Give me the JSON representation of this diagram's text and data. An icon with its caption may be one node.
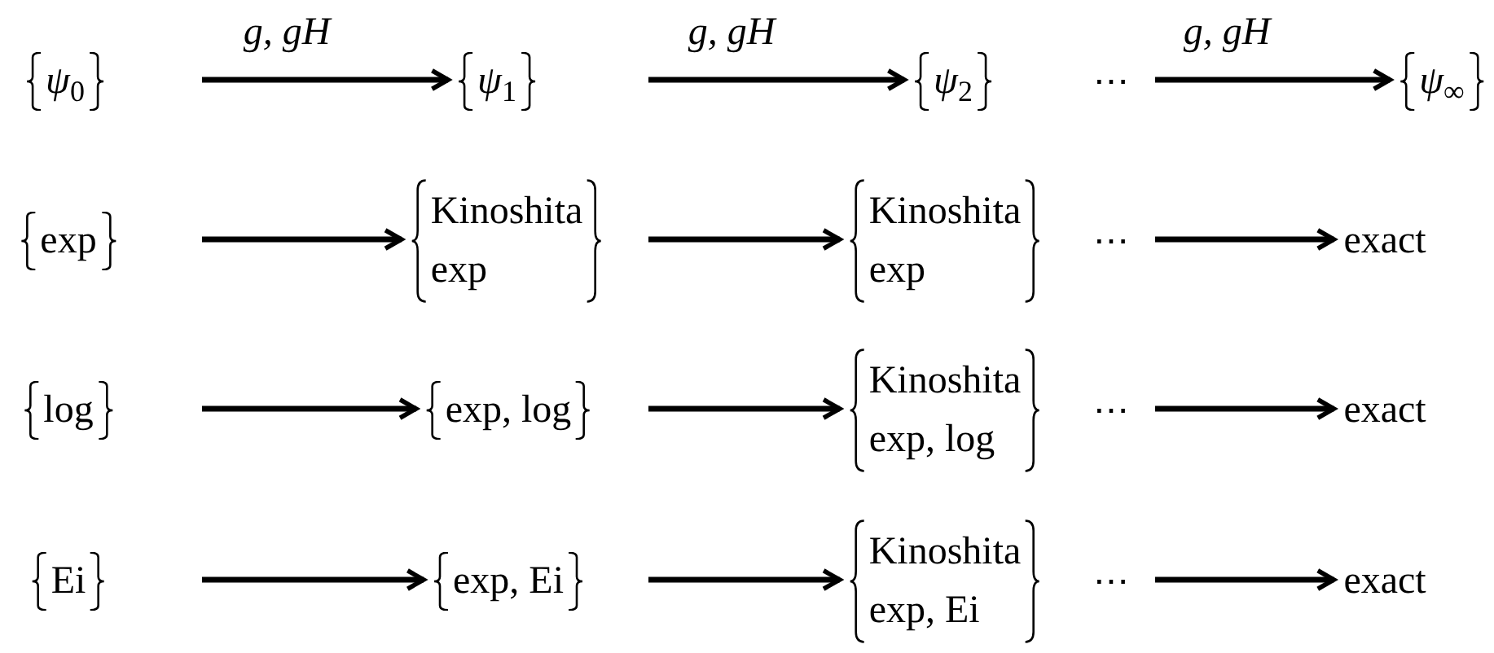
{
  "diagram": {
    "nodes": [
      {
        "text": [
          "*ψ*$_{0}$"
        ]
      },
      {
        "text": [
          "*ψ*$_{1}$"
        ]
      },
      {
        "text": [
          "*ψ*$_{2}$"
        ]
      },
      {
        "text": [
          "*ψ*$_{∞}$"
        ]
      },
      {
        "text": [
          "exp"
        ]
      },
      {
        "text": [
          "Kinoshita",
          "exp"
        ]
      },
      {
        "text": [
          "Kinoshita",
          "exp"
        ]
      },
      {
        "text": [
          "exact"
        ]
      },
      {
        "text": [
          "log"
        ]
      },
      {
        "text": [
          "exp, log"
        ]
      },
      {
        "text": [
          "Kinoshita",
          "exp, log"
        ]
      },
      {
        "text": [
          "exact"
        ]
      },
      {
        "text": [
          "Ei"
        ]
      },
      {
        "text": [
          "exp, Ei"
        ]
      },
      {
        "text": [
          "Kinoshita",
          "exp, Ei"
        ]
      },
      {
        "text": [
          "exact"
        ]
      }
    ],
    "edges": [
      {
        "from": 0,
        "to": 1,
        "arrow": "to",
        "label": "g, gH"
      },
      {
        "from": 1,
        "to": 2,
        "arrow": "to",
        "label": "g, gH"
      },
      {
        "from": 2,
        "to": 3,
        "arrow": "to",
        "label": "g, gH"
      },
      {
        "from": 4,
        "to": 5,
        "arrow": "to"
      },
      {
        "from": 5,
        "to": 6,
        "arrow": "to"
      },
      {
        "from": 6,
        "to": 7,
        "arrow": "to"
      },
      {
        "from": 8,
        "to": 9,
        "arrow": "to"
      },
      {
        "from": 9,
        "to": 10,
        "arrow": "to"
      },
      {
        "from": 10,
        "to": 11,
        "arrow": "to"
      },
      {
        "from": 12,
        "to": 13,
        "arrow": "to"
      },
      {
        "from": 13,
        "to": 14,
        "arrow": "to"
      },
      {
        "from": 14,
        "to": 15,
        "arrow": "to"
      }
    ],
    "labels": [
      "⋯",
      "⋯",
      "⋯",
      "⋯"
    ]
  }
}
